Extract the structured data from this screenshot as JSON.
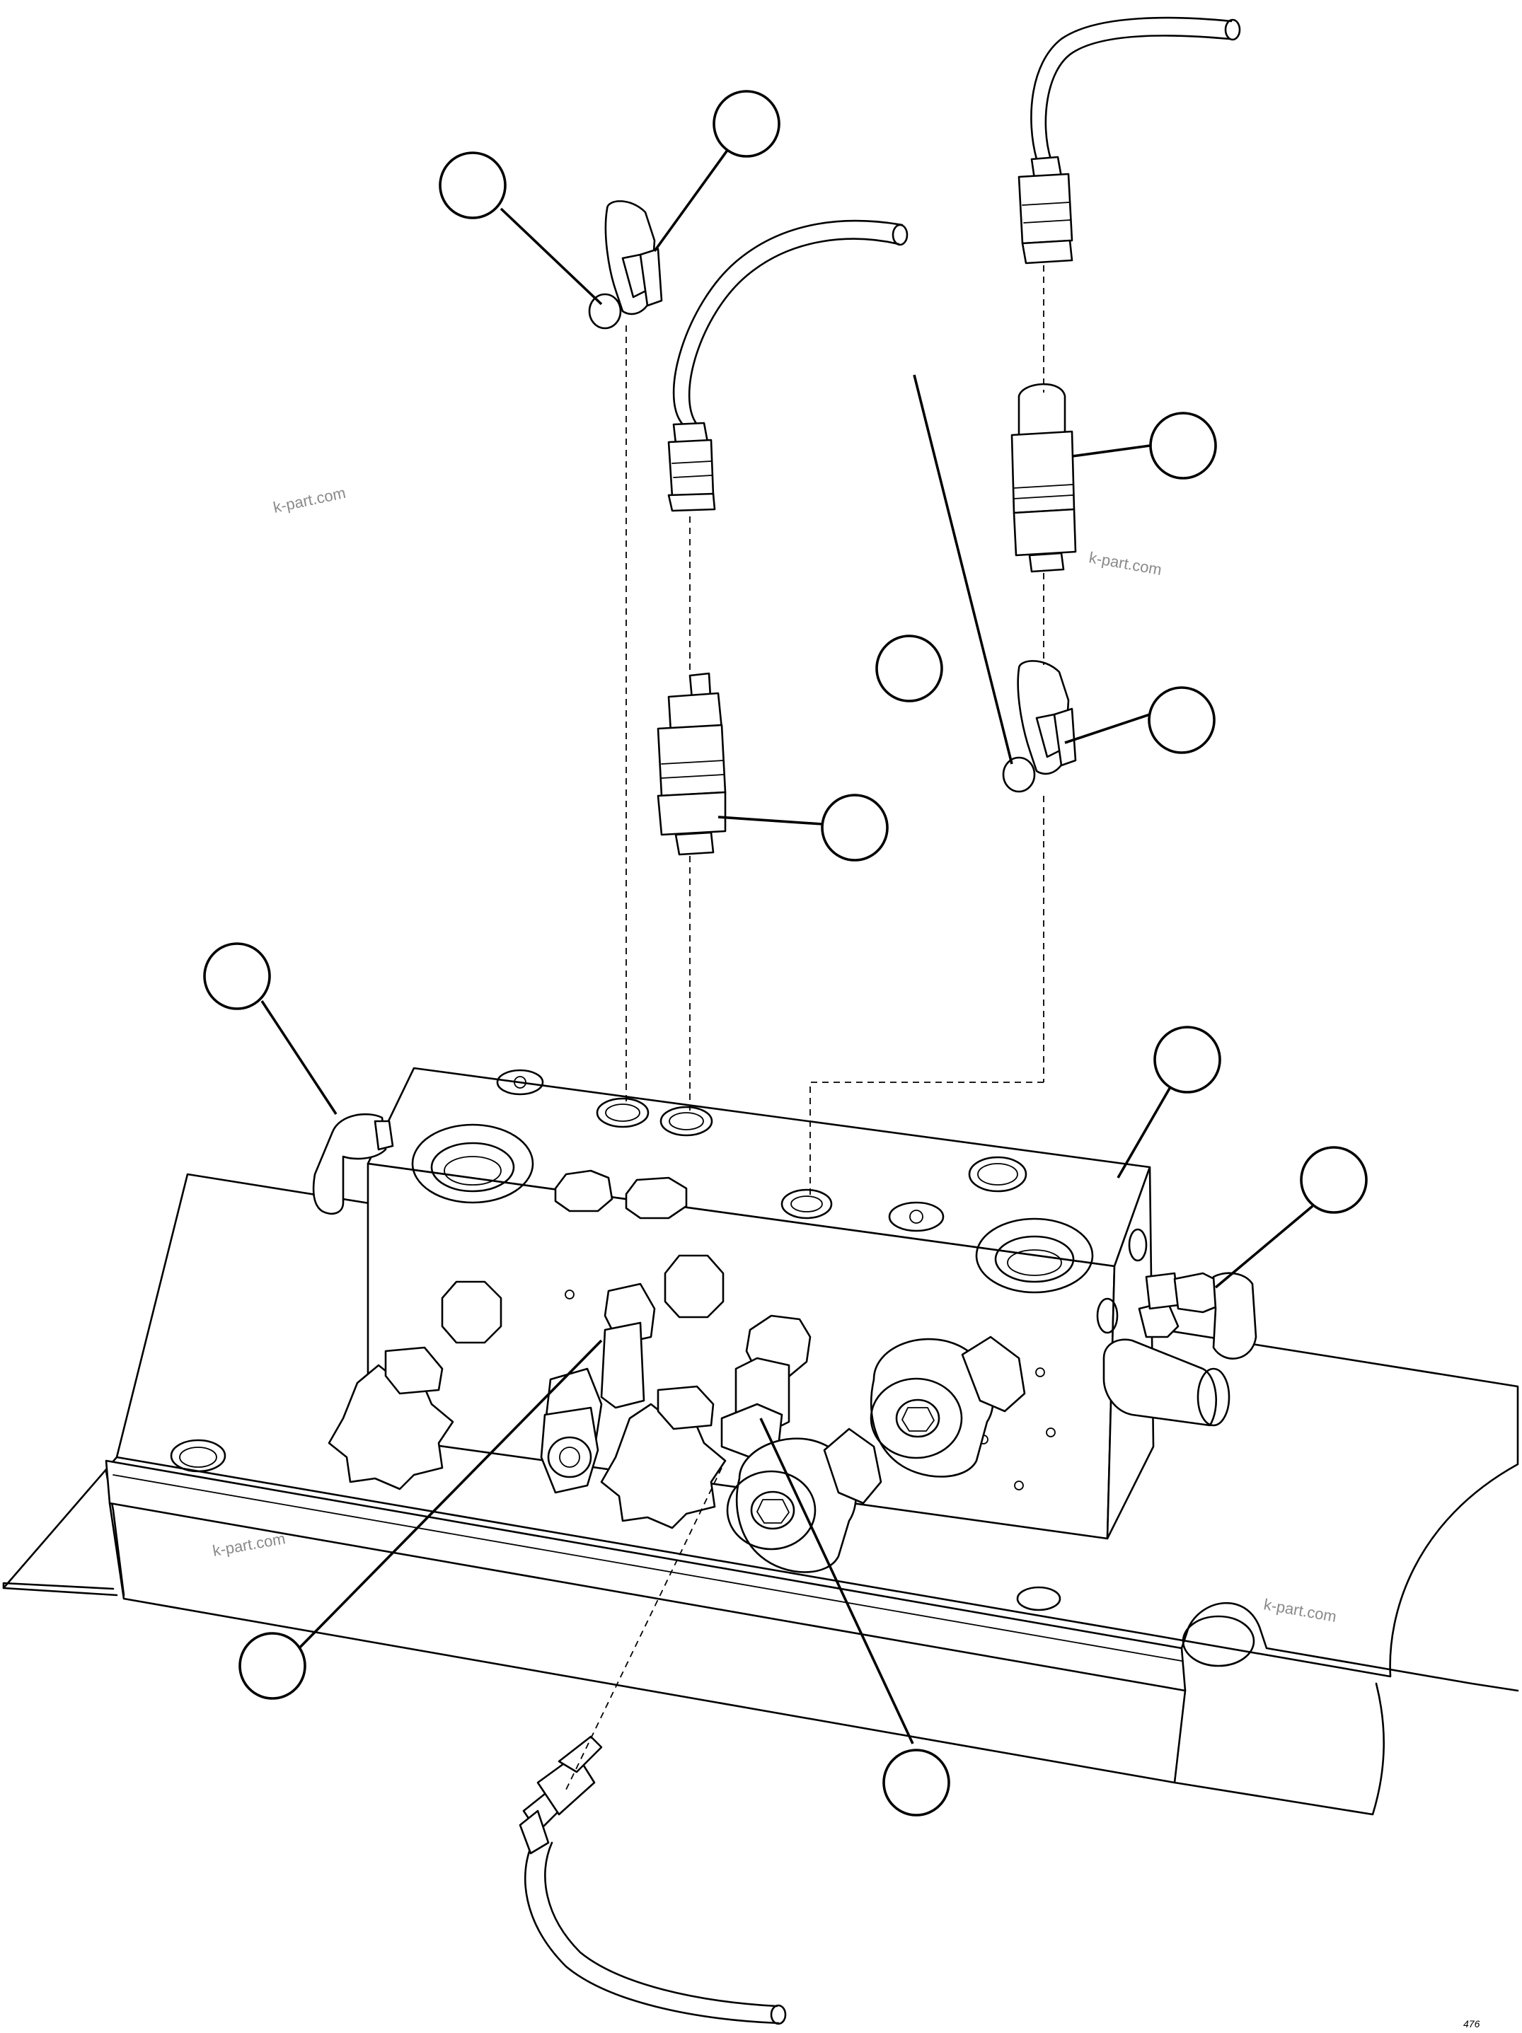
{
  "watermarks": [
    "k-part.com",
    "k-part.com",
    "k-part.com",
    "k-part.com"
  ],
  "page_mark": "476",
  "callouts": [
    "",
    "",
    "",
    "",
    "",
    "",
    "",
    "",
    "",
    "",
    "",
    ""
  ]
}
